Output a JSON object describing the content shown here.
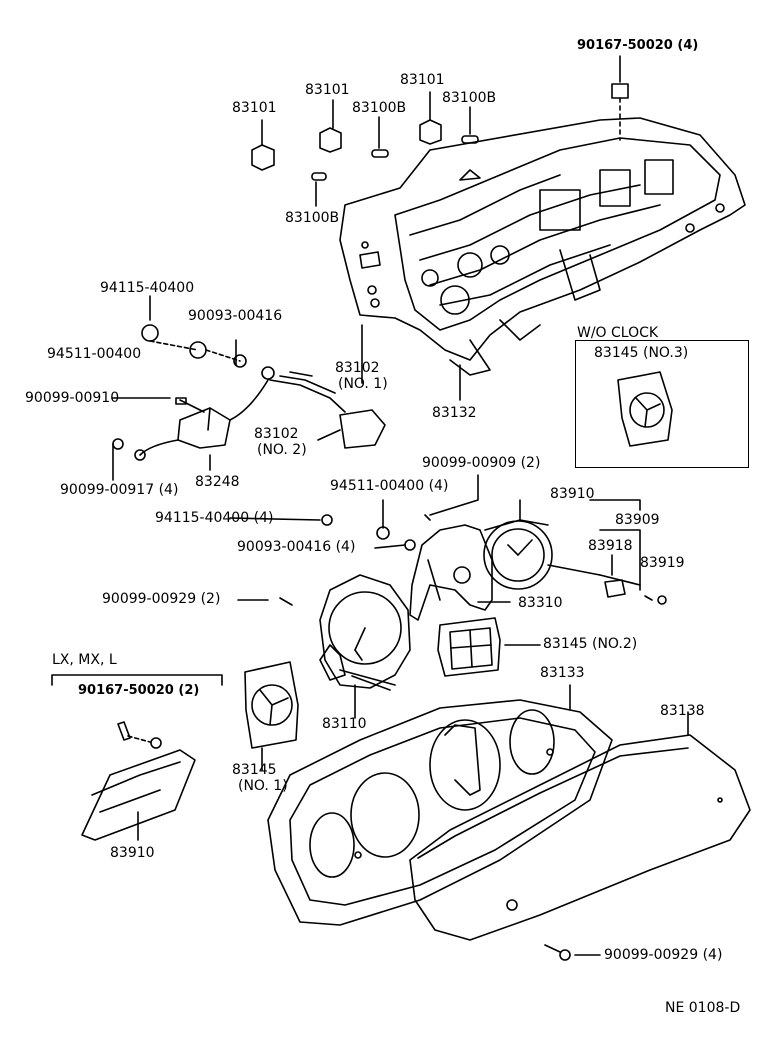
{
  "labels": {
    "l_90167_4": "90167-50020 (4)",
    "l_83101_a": "83101",
    "l_83101_b": "83101",
    "l_83101_c": "83101",
    "l_83100b_a": "83100B",
    "l_83100b_b": "83100B",
    "l_83100b_c": "83100B",
    "l_94115_a": "94115-40400",
    "l_90093_a": "90093-00416",
    "l_94511_a": "94511-00400",
    "l_90099_910": "90099-00910",
    "l_83102_no1": "83102",
    "l_83102_no1_sub": "(NO. 1)",
    "l_83132": "83132",
    "l_wo_clock": "W/O CLOCK",
    "l_83145_no3": "83145 (NO.3)",
    "l_83102_no2": "83102",
    "l_83102_no2_sub": "(NO. 2)",
    "l_90099_917": "90099-00917 (4)",
    "l_83248": "83248",
    "l_90099_909": "90099-00909 (2)",
    "l_94511_4": "94511-00400 (4)",
    "l_83910_top": "83910",
    "l_94115_4": "94115-40400 (4)",
    "l_83909": "83909",
    "l_90093_4": "90093-00416 (4)",
    "l_83918": "83918",
    "l_83919": "83919",
    "l_90099_929_2": "90099-00929 (2)",
    "l_83310": "83310",
    "l_83145_no2": "83145 (NO.2)",
    "l_lxmxl": "LX, MX, L",
    "l_83133": "83133",
    "l_90167_2": "90167-50020 (2)",
    "l_83138": "83138",
    "l_83110": "83110",
    "l_83145_no1": "83145",
    "l_83145_no1_sub": "(NO. 1)",
    "l_83910_bot": "83910",
    "l_90099_929_4": "90099-00929 (4)",
    "l_ref": "NE 0108-D"
  }
}
